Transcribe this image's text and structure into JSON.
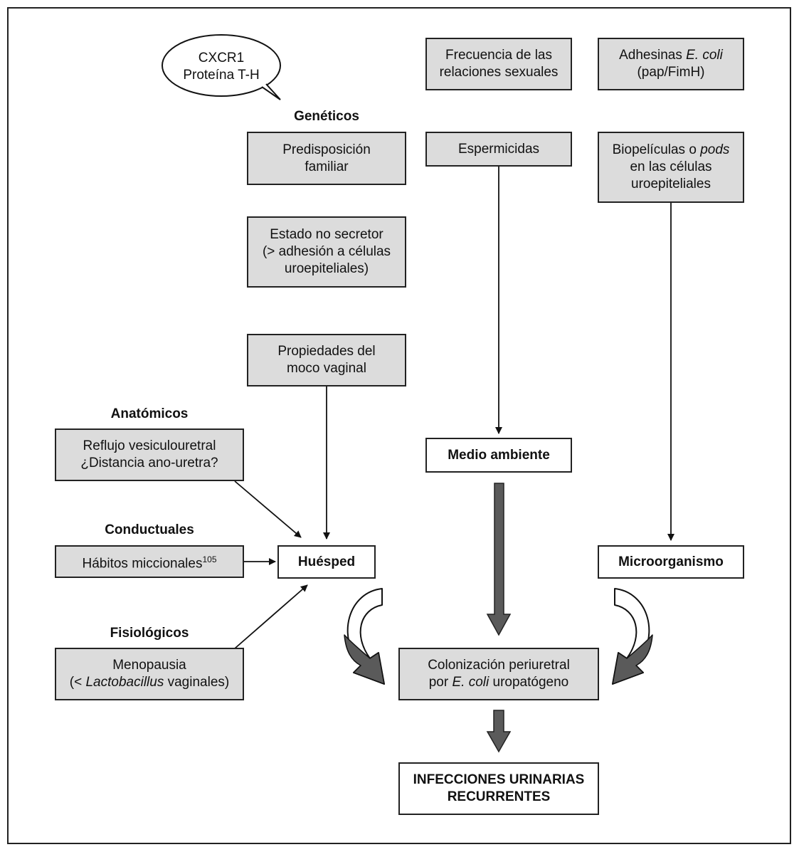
{
  "bubble": {
    "line1": "CXCR1",
    "line2": "Proteína T-H"
  },
  "categories": {
    "geneticos": "Genéticos",
    "anatomicos": "Anatómicos",
    "conductuales": "Conductuales",
    "fisiologicos": "Fisiológicos"
  },
  "host_factors": {
    "predisposicion": {
      "line1": "Predisposición",
      "line2": "familiar"
    },
    "no_secretor": {
      "line1": "Estado no secretor",
      "line2": "(> adhesión a células",
      "line3": "uroepiteliales)"
    },
    "moco": {
      "line1": "Propiedades del",
      "line2": "moco vaginal"
    },
    "reflujo": {
      "line1": "Reflujo vesiculouretral",
      "line2": "¿Distancia ano-uretra?"
    },
    "habitos": {
      "text": "Hábitos miccionales",
      "ref": "105"
    },
    "menopausia": {
      "line1": "Menopausia",
      "line2_pre": "(< ",
      "line2_italic": "Lactobacillus",
      "line2_post": " vaginales)"
    }
  },
  "environment_factors": {
    "frecuencia": {
      "line1": "Frecuencia de las",
      "line2": "relaciones sexuales"
    },
    "espermicidas": "Espermicidas"
  },
  "microorganism_factors": {
    "adhesinas": {
      "line1_pre": "Adhesinas ",
      "line1_italic": "E. coli",
      "line2": "(pap/FimH)"
    },
    "biopeliculas": {
      "line1_pre": "Biopelículas o ",
      "line1_italic": "pods",
      "line2": "en las células",
      "line3": "uroepiteliales"
    }
  },
  "main_nodes": {
    "huesped": "Huésped",
    "medio_ambiente": "Medio ambiente",
    "microorganismo": "Microorganismo",
    "colonizacion": {
      "line1": "Colonización periuretral",
      "line2_pre": "por ",
      "line2_italic": "E. coli",
      "line2_post": " uropatógeno"
    },
    "resultado": {
      "line1": "INFECCIONES URINARIAS",
      "line2": "RECURRENTES"
    }
  },
  "colors": {
    "box_fill": "#dcdcdc",
    "border": "#222222",
    "thick_arrow": "#5a5a5a"
  }
}
